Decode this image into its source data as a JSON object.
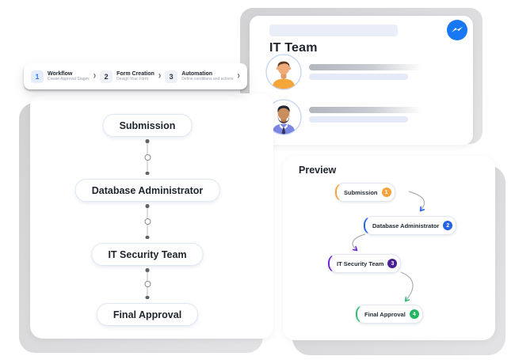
{
  "stepper": {
    "chevron": "›",
    "active_step": "1",
    "steps": [
      {
        "number": "1",
        "title": "Workflow",
        "subtitle": "Create Approval Stages"
      },
      {
        "number": "2",
        "title": "Form Creation",
        "subtitle": "Design Your Form"
      },
      {
        "number": "3",
        "title": "Automation",
        "subtitle": "Define conditions and actions"
      }
    ],
    "colors": {
      "active_bg": "#E4EDFD",
      "active_text": "#2F7CF6",
      "inactive_bg": "#EEF1F6",
      "inactive_text": "#2B3440"
    }
  },
  "workflow_card": {
    "stages": [
      "Submission",
      "Database Administrator",
      "IT Security Team",
      "Final Approval"
    ]
  },
  "team_card": {
    "title": "IT Team",
    "chat_icon": "messenger-icon",
    "chat_icon_color": "#1877F2",
    "members": [
      {
        "avatar": "man-orange-shirt"
      },
      {
        "avatar": "man-beard-suit"
      }
    ]
  },
  "preview_card": {
    "title": "Preview",
    "connector_color": "#A8ADB5",
    "nodes": [
      {
        "label": "Submission",
        "number": "1",
        "accent": "#F2A33C",
        "badge": "#F2A33C"
      },
      {
        "label": "Database Administrator",
        "number": "2",
        "accent": "#2563EB",
        "badge": "#2563EB"
      },
      {
        "label": "IT Security Team",
        "number": "3",
        "accent": "#6D28D9",
        "badge": "#4A1D96"
      },
      {
        "label": "Final Approval",
        "number": "4",
        "accent": "#2FBF71",
        "badge": "#22B862"
      }
    ]
  }
}
